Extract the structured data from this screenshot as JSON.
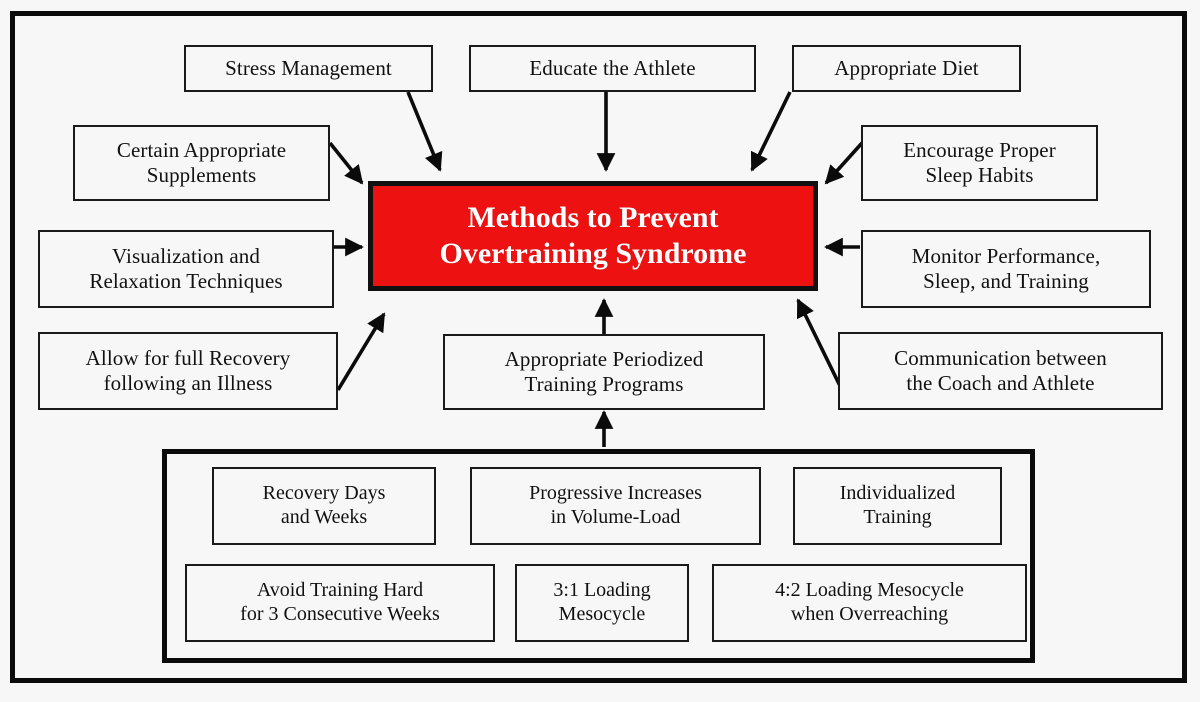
{
  "diagram": {
    "title": "Methods to Prevent Overtraining Syndrome",
    "center": {
      "label": "Methods to Prevent\nOvertraining Syndrome",
      "fill_color": "#ee1111",
      "text_color": "#ffffff",
      "border_color": "#111111"
    },
    "background_color": "#f7f7f7",
    "frame_color": "#0b0b0b",
    "box_border_color": "#1a1a1a",
    "box_fill_color": "#f7f7f7",
    "text_color": "#111111",
    "top_nodes": [
      {
        "label": "Stress Management"
      },
      {
        "label": "Educate the Athlete"
      },
      {
        "label": "Appropriate Diet"
      }
    ],
    "left_nodes": [
      {
        "label": "Certain Appropriate\nSupplements"
      },
      {
        "label": "Visualization and\nRelaxation Techniques"
      },
      {
        "label": "Allow for full Recovery\nfollowing an Illness"
      }
    ],
    "right_nodes": [
      {
        "label": "Encourage Proper\nSleep Habits"
      },
      {
        "label": "Monitor Performance,\nSleep, and Training"
      },
      {
        "label": "Communication between\nthe Coach and Athlete"
      }
    ],
    "bottom_node": {
      "label": "Appropriate Periodized\nTraining Programs"
    },
    "periodization_group": {
      "items": [
        {
          "label": "Recovery Days\nand Weeks"
        },
        {
          "label": "Progressive Increases\nin Volume-Load"
        },
        {
          "label": "Individualized\nTraining"
        },
        {
          "label": "Avoid Training Hard\nfor 3 Consecutive Weeks"
        },
        {
          "label": "3:1 Loading\nMesocycle"
        },
        {
          "label": "4:2 Loading Mesocycle\nwhen Overreaching"
        }
      ]
    }
  }
}
